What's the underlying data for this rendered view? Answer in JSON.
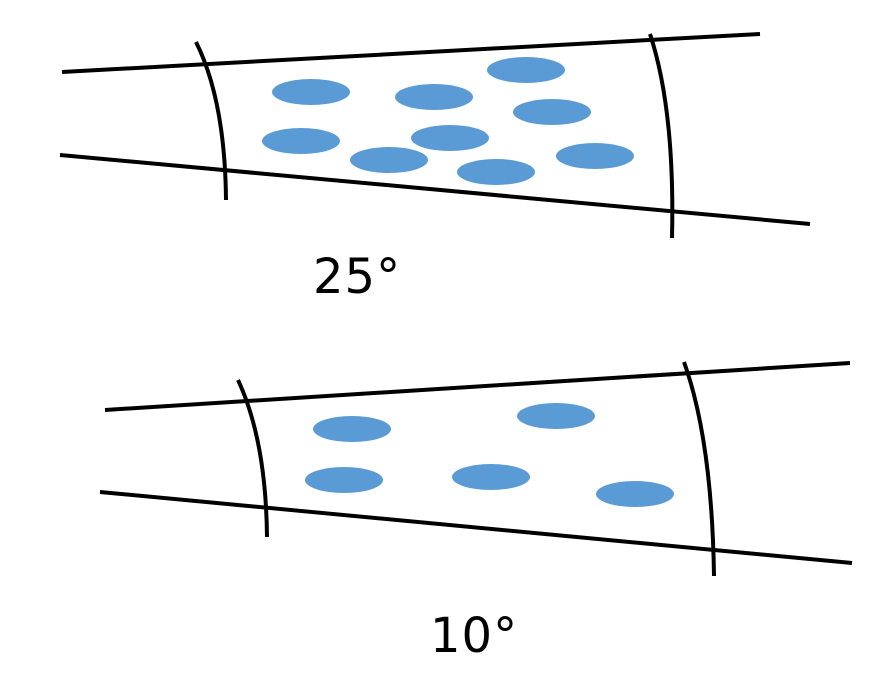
{
  "panels": [
    {
      "label": "25°",
      "particle_count": 9
    },
    {
      "label": "10°",
      "particle_count": 5
    }
  ],
  "colors": {
    "line": "#000000",
    "particle": "#5b9bd5",
    "background": "#ffffff"
  }
}
